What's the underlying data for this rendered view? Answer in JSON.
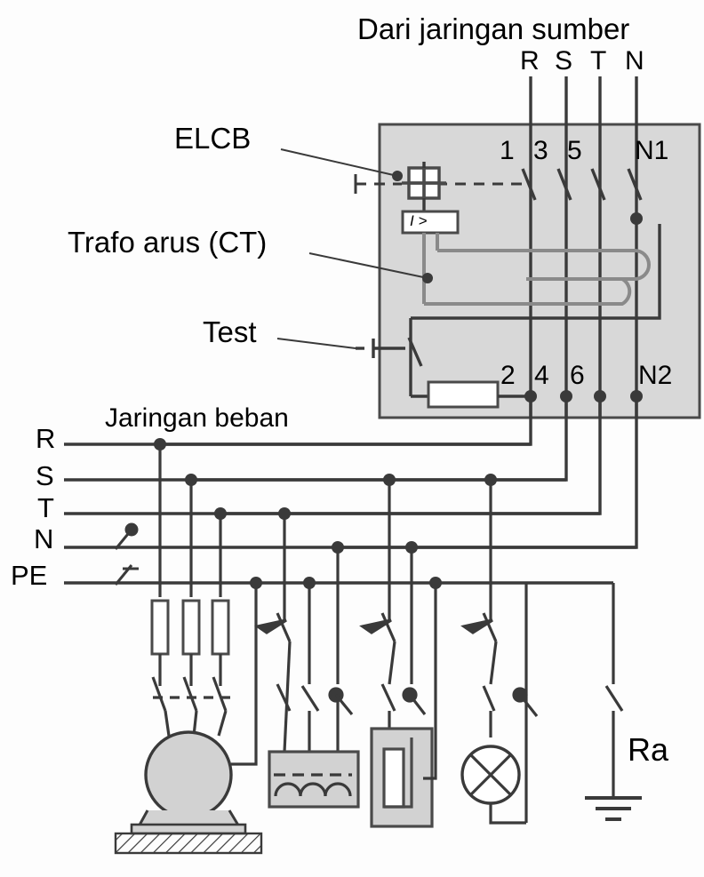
{
  "diagram": {
    "title": "Dari jaringan sumber",
    "kind": "electrical-schematic",
    "language": "Indonesian",
    "colors": {
      "panel_fill": "#d8d8d8",
      "panel_stroke": "#4a4a4a",
      "wire": "#3a3a3a",
      "ct_wire": "#8a8a8a",
      "device_fill": "#d2d2d2",
      "text": "#000000",
      "white": "#ffffff"
    }
  },
  "source": {
    "heading": "Dari jaringan sumber",
    "phases": [
      "R",
      "S",
      "T",
      "N"
    ]
  },
  "elcb": {
    "input_terminals": [
      "1",
      "3",
      "5",
      "N1"
    ],
    "output_terminals": [
      "2",
      "4",
      "6",
      "N2"
    ],
    "relay_symbol": "I >",
    "callouts": [
      {
        "label": "ELCB"
      },
      {
        "label": "Trafo arus (CT)"
      },
      {
        "label": "Test"
      }
    ]
  },
  "load": {
    "heading": "Jaringan beban",
    "bus_labels": [
      "R",
      "S",
      "T",
      "N",
      "PE"
    ]
  },
  "earth": {
    "label": "Ra"
  }
}
